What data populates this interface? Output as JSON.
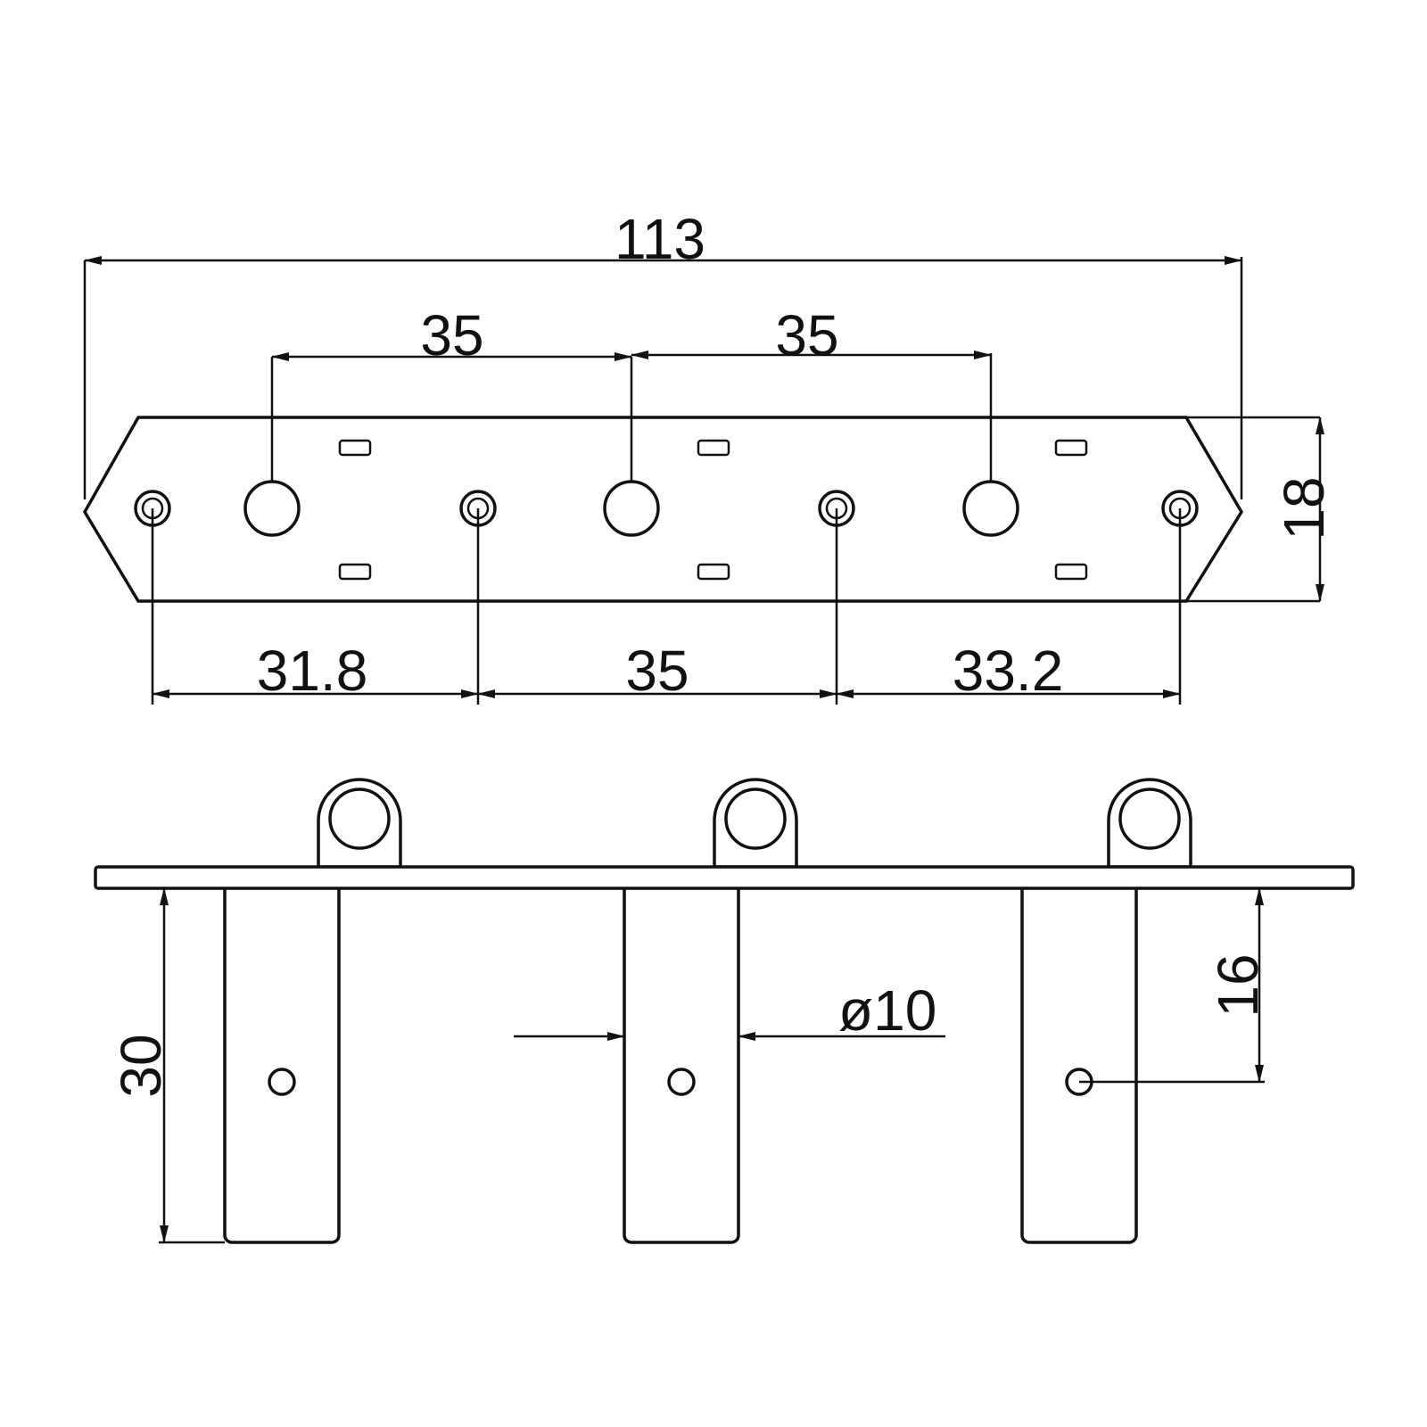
{
  "diagram": {
    "ink_color": "#111111",
    "background_color": "#ffffff",
    "top_view": {
      "overall_length": "113",
      "post_spacing_left": "35",
      "post_spacing_right": "35",
      "plate_height": "18",
      "screw_spacing_left": "31.8",
      "screw_spacing_middle": "35",
      "screw_spacing_right": "33.2"
    },
    "side_view": {
      "post_length": "30",
      "post_diameter": "ø10",
      "hole_height": "16"
    }
  }
}
